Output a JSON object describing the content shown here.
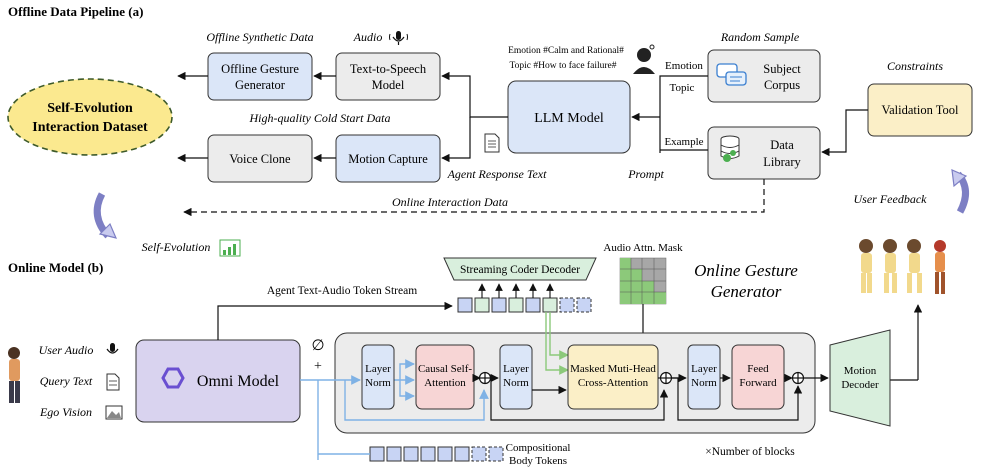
{
  "sections": {
    "offline_title": "Offline Data Pipeline (a)",
    "online_title": "Online Model (b)"
  },
  "offline": {
    "dataset": "Self-Evolution Interaction Dataset",
    "labels": {
      "offline_synthetic": "Offline Synthetic Data",
      "audio": "Audio",
      "hq_cold_start": "High-quality Cold Start Data",
      "agent_response": "Agent Response Text",
      "random_sample": "Random Sample",
      "constraints": "Constraints",
      "prompt": "Prompt",
      "online_interaction": "Online Interaction Data",
      "user_feedback": "User Feedback",
      "self_evolution": "Self-Evolution",
      "emotion_tag": "Emotion #Calm and Rational#",
      "topic_tag": "Topic #How to face failure#",
      "emotion": "Emotion",
      "topic": "Topic",
      "example": "Example"
    },
    "boxes": {
      "gesture_gen": "Offline Gesture Generator",
      "tts": "Text-to-Speech Model",
      "voice_clone": "Voice Clone",
      "motion_capture": "Motion Capture",
      "llm": "LLM Model",
      "subject_corpus": "Subject Corpus",
      "data_library": "Data Library",
      "validation": "Validation Tool"
    }
  },
  "online": {
    "inputs": [
      "User Audio",
      "Query Text",
      "Ego Vision"
    ],
    "omni": "Omni Model",
    "stream_label": "Agent Text-Audio Token Stream",
    "stream_decoder": "Streaming Coder Decoder",
    "audio_mask": "Audio Attn. Mask",
    "gesture_title": "Online Gesture Generator",
    "blocks": {
      "ln": "Layer Norm",
      "causal": "Causal Self-Attention",
      "masked": "Masked Muti-Head Cross-Attention",
      "ff": "Feed Forward"
    },
    "motion_decoder": "Motion Decoder",
    "body_tokens": "Compositional Body Tokens",
    "num_blocks": "×Number of blocks",
    "concat_symbol": "∅",
    "plus_symbol": "+"
  },
  "colors": {
    "blue_box": "#dbe6f8",
    "gray_box": "#ececec",
    "yellow_box": "#fbefc7",
    "pink_box": "#f7d5d5",
    "green_box": "#d9efdd",
    "purple_box": "#d9d3ef",
    "dataset_fill": "#fbe98f"
  }
}
